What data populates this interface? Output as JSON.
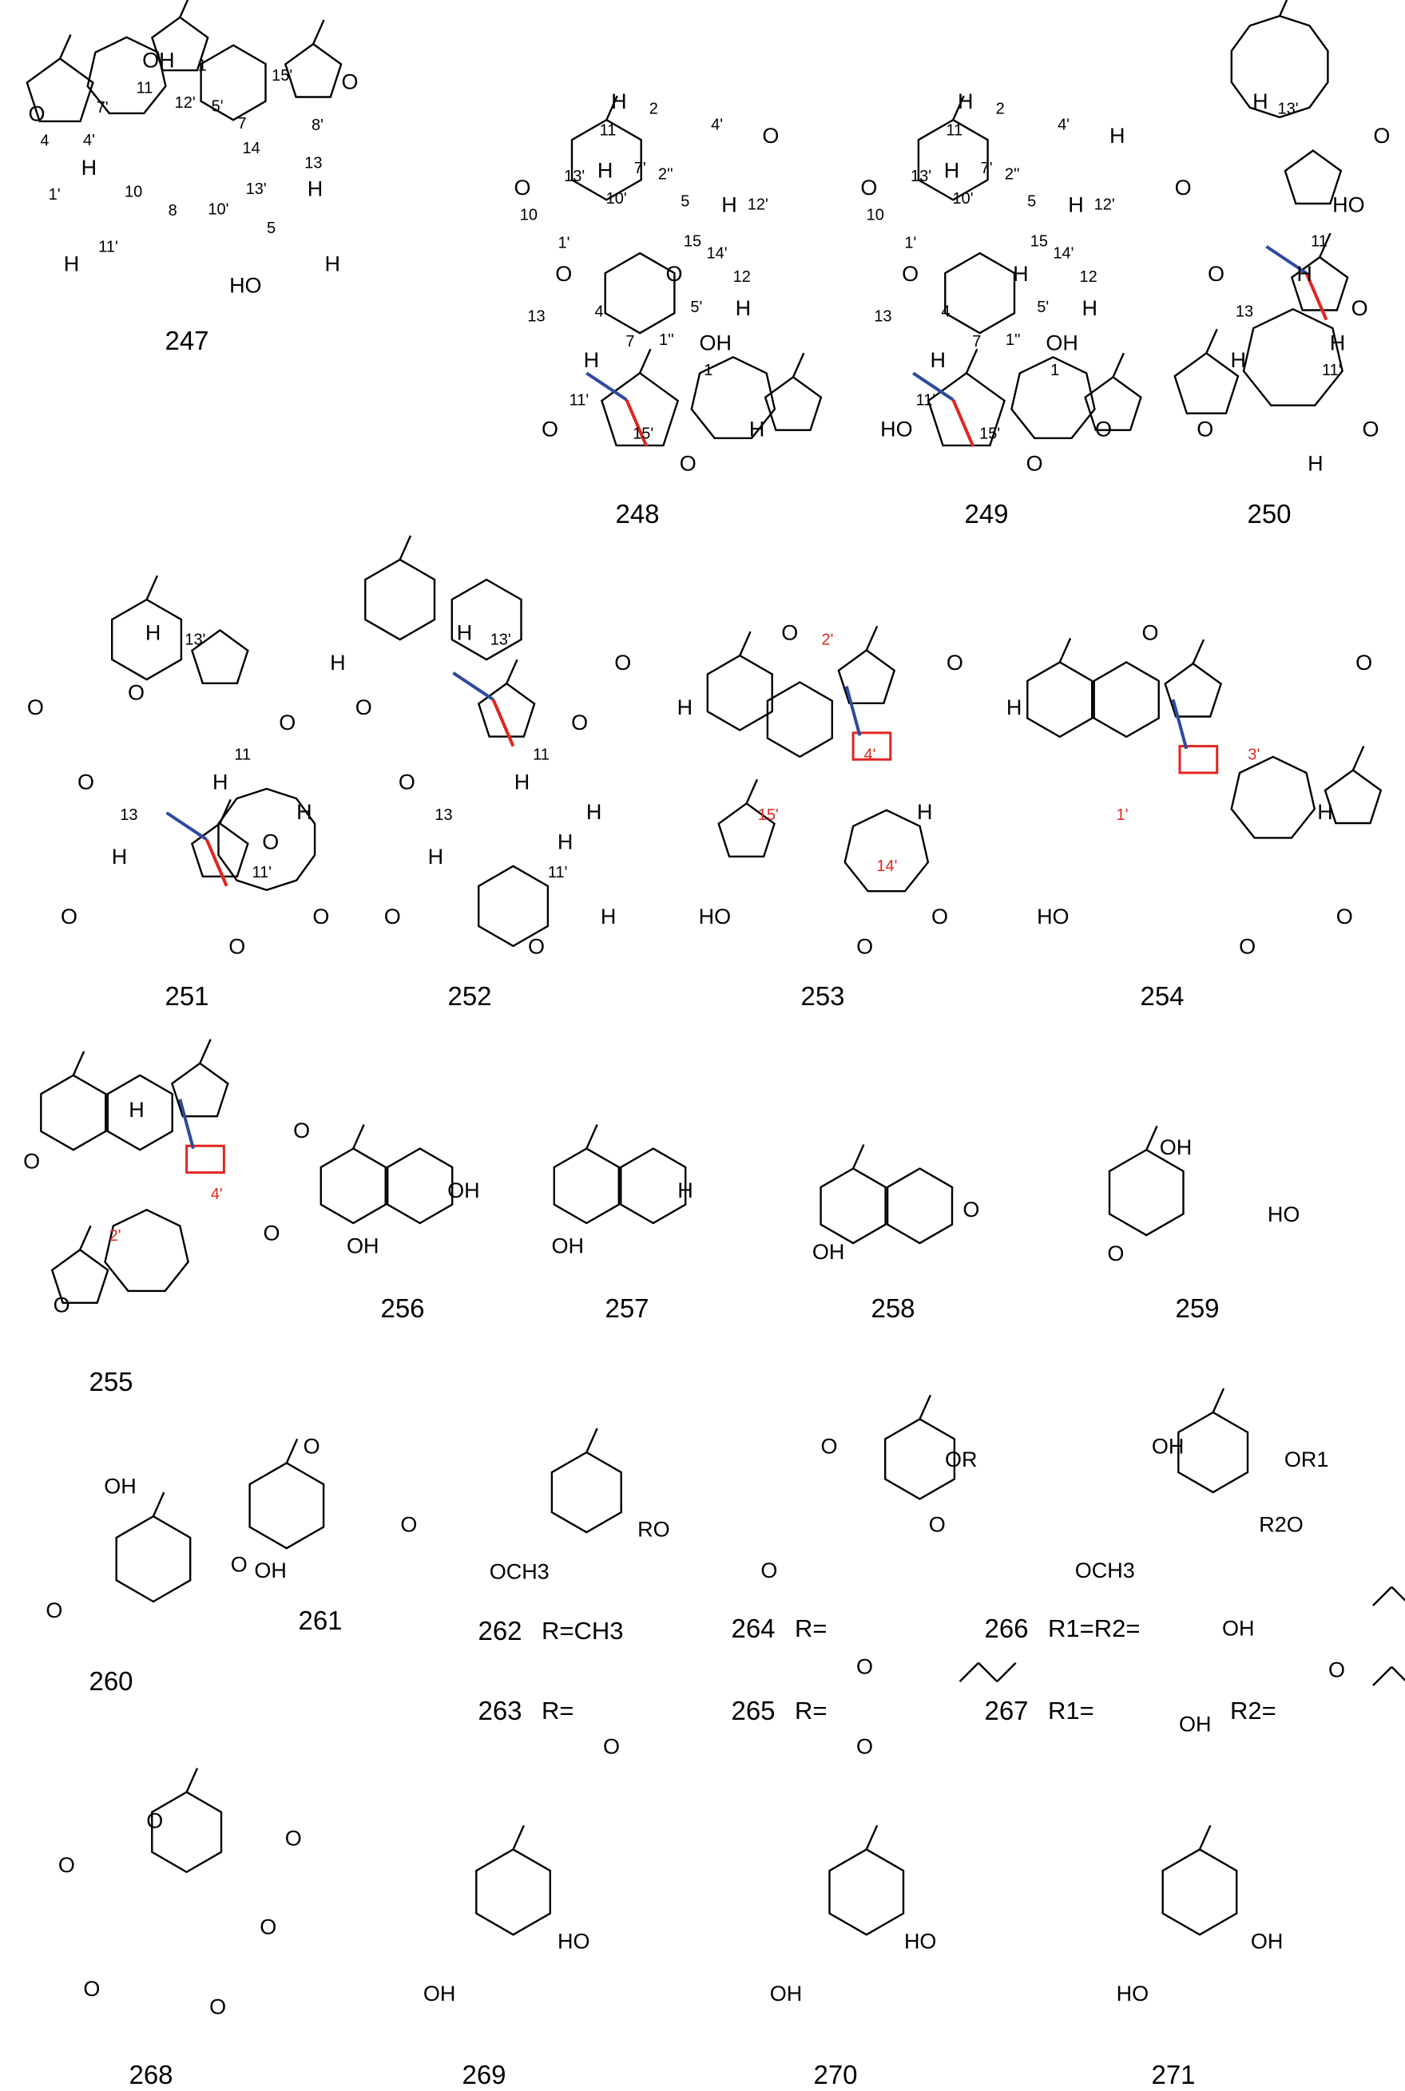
{
  "compounds": [
    {
      "id": "247",
      "atoms": [
        "H",
        "H",
        "OH",
        "O",
        "O",
        "HO",
        "H",
        "H"
      ],
      "numbers": [
        "14",
        "10",
        "1",
        "5",
        "4",
        "7",
        "8",
        "11",
        "13",
        "1'",
        "5'",
        "10'",
        "7'",
        "8'",
        "11'",
        "12'",
        "13'",
        "4'",
        "15'"
      ]
    },
    {
      "id": "248",
      "atoms": [
        "O",
        "H",
        "H",
        "O",
        "O",
        "O",
        "H",
        "O",
        "O",
        "H",
        "H",
        "OH",
        "H"
      ],
      "numbers": [
        "15",
        "4",
        "2",
        "1",
        "10",
        "5",
        "7",
        "11",
        "12",
        "13",
        "2''",
        "1''",
        "13'",
        "12'",
        "11'",
        "7'",
        "5'",
        "1'",
        "4'",
        "15'",
        "10'",
        "14'"
      ]
    },
    {
      "id": "249",
      "atoms": [
        "HO",
        "H",
        "H",
        "H",
        "O",
        "O",
        "O",
        "O",
        "H",
        "H",
        "H",
        "OH",
        "H"
      ],
      "numbers": [
        "15",
        "4",
        "2",
        "1",
        "10",
        "5",
        "7",
        "11",
        "12",
        "13",
        "2''",
        "1''",
        "13'",
        "12'",
        "11'",
        "7'",
        "5'",
        "1'",
        "4'",
        "15'",
        "10'",
        "14'"
      ]
    },
    {
      "id": "250",
      "atoms": [
        "O",
        "O",
        "H",
        "O",
        "O",
        "H",
        "O",
        "O",
        "H",
        "HO",
        "H",
        "H"
      ],
      "numbers": [
        "11",
        "13",
        "13'",
        "11'"
      ]
    },
    {
      "id": "251",
      "atoms": [
        "O",
        "H",
        "H",
        "H",
        "O",
        "O",
        "O",
        "O",
        "H",
        "O",
        "H",
        "O",
        "O"
      ],
      "numbers": [
        "11",
        "13",
        "13'",
        "11'"
      ]
    },
    {
      "id": "252",
      "atoms": [
        "O",
        "H",
        "H",
        "O",
        "O",
        "O",
        "H",
        "O",
        "H",
        "O",
        "H",
        "H"
      ],
      "numbers": [
        "11",
        "13",
        "13'",
        "11'"
      ]
    },
    {
      "id": "253",
      "atoms": [
        "HO",
        "H",
        "O",
        "O",
        "H",
        "O",
        "O"
      ],
      "numbers": [
        "4'",
        "15'",
        "2'",
        "14'"
      ]
    },
    {
      "id": "254",
      "atoms": [
        "HO",
        "H",
        "O",
        "O",
        "H",
        "O",
        "O"
      ],
      "numbers": [
        "3'",
        "1'"
      ]
    },
    {
      "id": "255",
      "atoms": [
        "O",
        "O",
        "H",
        "O",
        "O"
      ],
      "numbers": [
        "4'",
        "2'"
      ]
    },
    {
      "id": "256",
      "atoms": [
        "OH",
        "OH"
      ],
      "numbers": []
    },
    {
      "id": "257",
      "atoms": [
        "OH",
        "H"
      ],
      "numbers": []
    },
    {
      "id": "258",
      "atoms": [
        "OH",
        "O"
      ],
      "numbers": []
    },
    {
      "id": "259",
      "atoms": [
        "O",
        "HO",
        "OH"
      ],
      "numbers": []
    },
    {
      "id": "260",
      "atoms": [
        "O",
        "O",
        "OH"
      ],
      "numbers": []
    },
    {
      "id": "261",
      "atoms": [
        "OH",
        "O",
        "O"
      ],
      "numbers": []
    },
    {
      "id": "262",
      "atoms": [
        "OCH3",
        "RO"
      ],
      "numbers": []
    },
    {
      "id": "264",
      "atoms": [
        "O",
        "O",
        "O",
        "OR"
      ],
      "numbers": []
    },
    {
      "id": "266",
      "atoms": [
        "OCH3",
        "R2O",
        "OH",
        "OR1"
      ],
      "numbers": []
    },
    {
      "id": "268",
      "atoms": [
        "O",
        "O",
        "O",
        "O",
        "O",
        "O"
      ],
      "numbers": []
    },
    {
      "id": "269",
      "atoms": [
        "OH",
        "HO"
      ],
      "numbers": []
    },
    {
      "id": "270",
      "atoms": [
        "OH",
        "HO"
      ],
      "numbers": []
    },
    {
      "id": "271",
      "atoms": [
        "HO",
        "OH"
      ],
      "numbers": []
    }
  ],
  "labels": {
    "c247": "247",
    "c248": "248",
    "c249": "249",
    "c250": "250",
    "c251": "251",
    "c252": "252",
    "c253": "253",
    "c254": "254",
    "c255": "255",
    "c256": "256",
    "c257": "257",
    "c258": "258",
    "c259": "259",
    "c260": "260",
    "c261": "261",
    "c262": "262",
    "c263": "263",
    "c264": "264",
    "c265": "265",
    "c266": "266",
    "c267": "267",
    "c268": "268",
    "c269": "269",
    "c270": "270",
    "c271": "271"
  },
  "rgroups": {
    "r262": "R=CH3",
    "r263": "R=",
    "r263_sub": "O",
    "r264": "R=",
    "r264_sub": "O",
    "r265": "R=",
    "r265_sub": "O",
    "r266": "R1=R2=",
    "r266_sub": "OH",
    "r267a": "R1=",
    "r267a_sub": "OH",
    "r267b": "R2=",
    "r267b_sub": "O"
  },
  "colors": {
    "bond": "#000000",
    "highlight_blue": "#2e4a9e",
    "highlight_red": "#e0261f"
  }
}
